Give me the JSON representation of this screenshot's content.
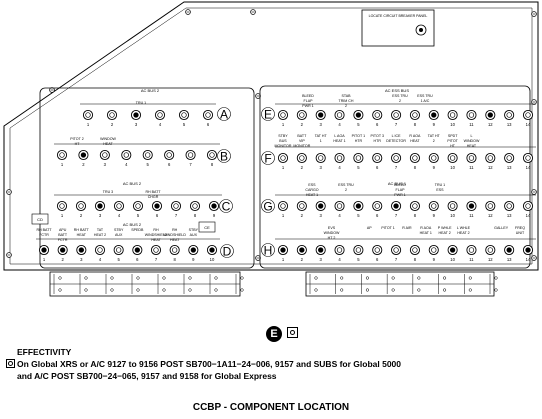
{
  "diagram": {
    "placard_label": "LOCATE CIRCUIT BREAKER PANEL",
    "left_panel": {
      "row_letters": [
        "A",
        "B",
        "C",
        "D"
      ],
      "bus_labels": [
        "AC BUS 2",
        "AC BUS 2",
        "AC BUS 2"
      ],
      "box_labels": [
        "CD",
        "CE"
      ],
      "row_a": {
        "labels": [
          "TRU 1"
        ],
        "numbers": [
          "1",
          "2",
          "3",
          "4",
          "5",
          "6"
        ]
      },
      "row_b": {
        "labels": [
          "PITOT 2 HT",
          "WINDOW HEAT"
        ],
        "numbers": [
          "1",
          "2",
          "3",
          "4",
          "5",
          "6",
          "7",
          "8"
        ]
      },
      "row_c": {
        "labels": [
          "TRU 3",
          "RH BATT CHGR"
        ],
        "numbers": [
          "1",
          "2",
          "3",
          "4",
          "5",
          "6",
          "7",
          "8",
          "9"
        ]
      },
      "row_d": {
        "labels": [
          "RH BATT FCTR",
          "APU BATT FCTR",
          "RH BATT HEAT",
          "TAT HEAT 2",
          "STBY AUX",
          "SPEDB",
          "RH WINDSHIELD HEAT",
          "RH WINDSHIELD HEAT",
          "STBY AUX"
        ],
        "numbers": [
          "1",
          "2",
          "3",
          "4",
          "5",
          "6",
          "7",
          "8",
          "9",
          "10"
        ]
      }
    },
    "right_panel": {
      "row_letters": [
        "E",
        "F",
        "G",
        "H"
      ],
      "bus_labels": [
        "AC ESS BUS",
        "AC BUS 1"
      ],
      "row_e": {
        "labels": [
          "BLEED FLAP PWR 1",
          "STAB TRIM CH 2",
          "ESS TRU 2",
          "ESS TRU 1 A/C"
        ],
        "numbers": [
          "1",
          "2",
          "3",
          "4",
          "5",
          "6",
          "7",
          "8",
          "9",
          "10",
          "11",
          "12",
          "13",
          "14"
        ]
      },
      "row_f": {
        "labels": [
          "STBY BUS MONITOR",
          "BATT VIP MONITOR",
          "TAT HT 1",
          "L AOA HEAT 1",
          "PITOT 1 HTR",
          "PITOT 3 HTR",
          "L ICE DETECTOR",
          "R AOA HEAT",
          "TAT HT 2",
          "SPDT PITOT HT",
          "L WINDOW HEAT"
        ],
        "numbers": [
          "1",
          "2",
          "3",
          "4",
          "5",
          "6",
          "7",
          "8",
          "9",
          "10",
          "11",
          "12",
          "13",
          "14"
        ]
      },
      "row_g": {
        "labels": [
          "ESS CARGO HEAT 1",
          "ESS TRU 2",
          "BLEED FLAP PWR 1",
          "TRU 1 ESS"
        ],
        "numbers": [
          "1",
          "2",
          "3",
          "4",
          "5",
          "6",
          "7",
          "8",
          "9",
          "10",
          "11",
          "12",
          "13",
          "14"
        ]
      },
      "row_h": {
        "labels": [
          "EVS WINDOW HT 2",
          "AP",
          "PITOT 1",
          "R AIR",
          "R AOA HEAT 1",
          "P WHLE HEAT 2",
          "L WHLE HEAT 2",
          "GALLEY",
          "FREQ UNIT"
        ],
        "numbers": [
          "1",
          "2",
          "3",
          "4",
          "5",
          "6",
          "7",
          "8",
          "9",
          "10",
          "11",
          "12",
          "13",
          "14"
        ]
      }
    }
  },
  "effectivity": {
    "badge": "E",
    "heading": "EFFECTIVITY",
    "line1": "On Global XRS or A/C 9127 to 9156 POST SB700−1A11−24−006, 9157 and SUBS for Global 5000",
    "line2": "and A/C POST SB700−24−065, 9157 and 9158 for Global Express"
  },
  "caption": "CCBP - COMPONENT LOCATION"
}
